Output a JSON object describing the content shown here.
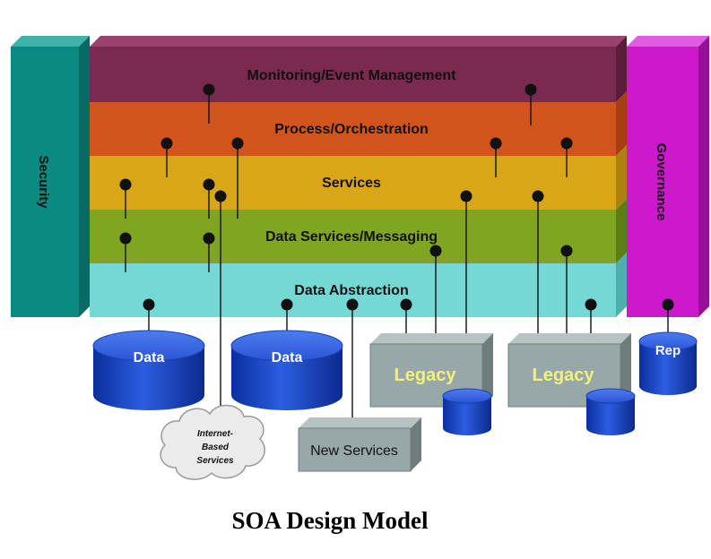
{
  "layers": [
    {
      "label": "Monitoring/Event Management",
      "color": "#7a2a4e"
    },
    {
      "label": "Process/Orchestration",
      "color": "#d2541c"
    },
    {
      "label": "Services",
      "color": "#d9a618"
    },
    {
      "label": "Data Services/Messaging",
      "color": "#7fa521"
    },
    {
      "label": "Data Abstraction",
      "color": "#74d8d5"
    }
  ],
  "pillars": {
    "security": {
      "label": "Security",
      "color": "#0b8a82"
    },
    "governance": {
      "label": "Governance",
      "color": "#cc19cc"
    }
  },
  "components": {
    "data_1": "Data",
    "data_2": "Data",
    "legacy_1": "Legacy",
    "legacy_2": "Legacy",
    "new_services": "New Services",
    "rep": "Rep",
    "internet_services": [
      "Internet-",
      "Based",
      "Services"
    ]
  },
  "caption": "SOA Design Model"
}
